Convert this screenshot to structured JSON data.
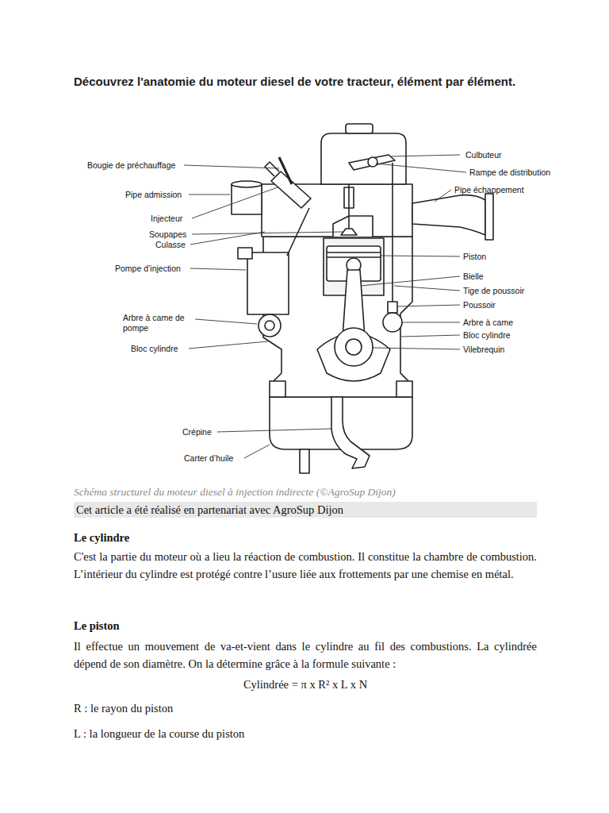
{
  "diagram": {
    "title": "Découvrez l'anatomie du moteur diesel de votre tracteur, élément par élément.",
    "caption": "Schéma structurel du moteur diesel à injection indirecte (©AgroSup Dijon)",
    "nodes": [
      {
        "text": [
          "Cet article a été réalisé en partenariat avec AgroSup Dijon"
        ]
      }
    ],
    "labels": [
      "Bougie de préchauffage",
      "Pipe admission",
      "Injecteur",
      "Soupapes",
      "Culasse",
      "Pompe d’injection",
      "Arbre à came de pompe",
      "Bloc cylindre",
      "Crépine",
      "Carter d’huile",
      "Culbuteur",
      "Rampe de distribution",
      "Pipe échappement",
      "Piston",
      "Bielle",
      "Tige de poussoir",
      "Poussoir",
      "Arbre à came",
      "Bloc cylindre",
      "Vilebrequin",
      "Le cylindre",
      "C'est la partie du moteur où a lieu la réaction de combustion. Il constitue la chambre de combustion. L’intérieur du cylindre est protégé contre l’usure liée aux frottements par une chemise en métal.",
      "Le piston",
      "Il effectue un mouvement de va-et-vient dans le cylindre au fil des combustions. La cylindrée dépend de son diamètre. On la détermine grâce à la formule suivante :",
      "Cylindrée = π x R² x L x N",
      "R : le rayon du piston",
      "L : la longueur de la course du piston"
    ]
  }
}
